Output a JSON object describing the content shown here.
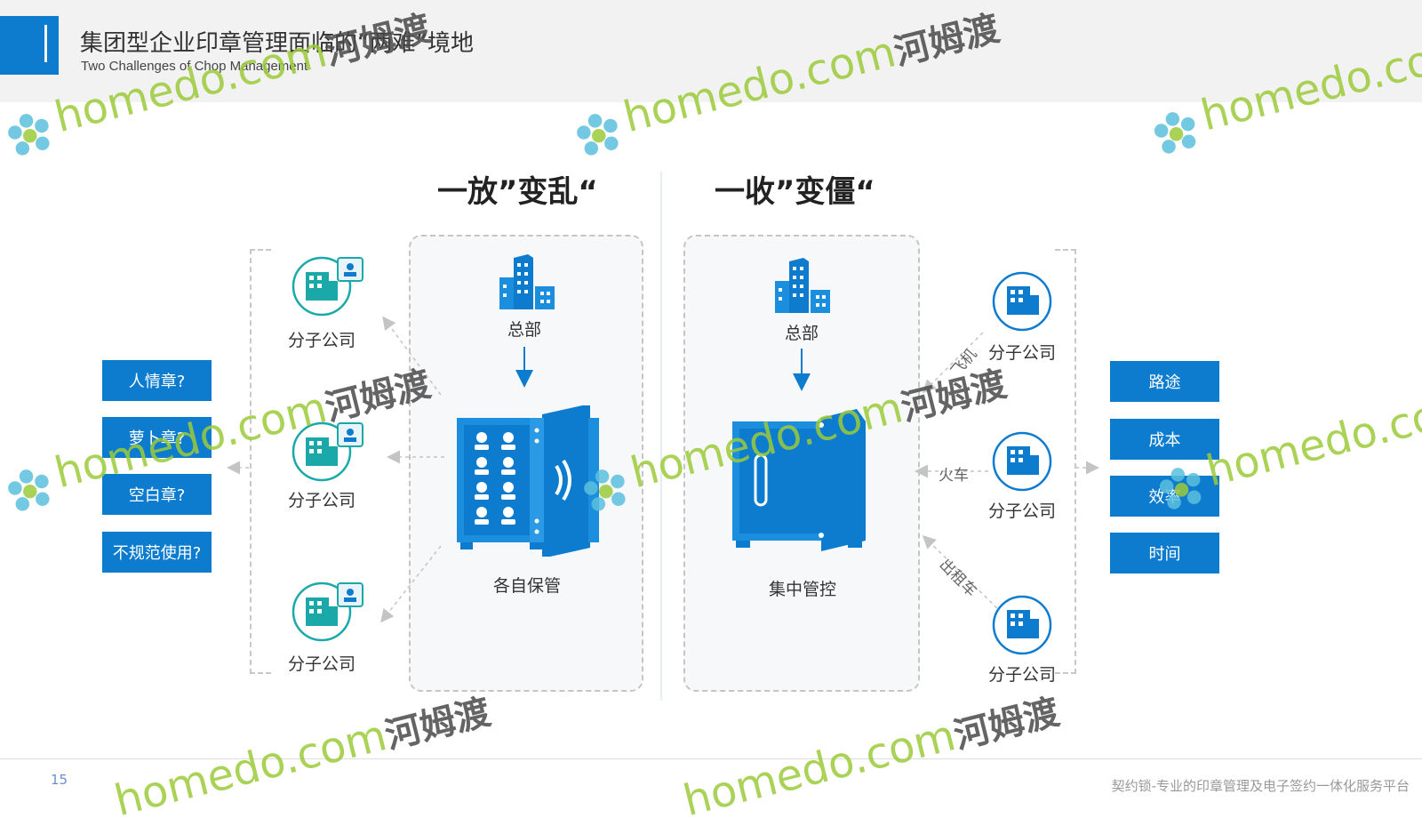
{
  "header": {
    "title": "集团型企业印章管理面临的“两难”境地",
    "subtitle": "Two Challenges of Chop Management"
  },
  "left_section": {
    "title": "一放”变乱“",
    "hq_label": "总部",
    "safe_label": "各自保管",
    "branches": [
      "分子公司",
      "分子公司",
      "分子公司"
    ],
    "problems": [
      "人情章?",
      "萝卜章?",
      "空白章?",
      "不规范使用?"
    ]
  },
  "right_section": {
    "title": "一收”变僵“",
    "hq_label": "总部",
    "safe_label": "集中管控",
    "branches": [
      "分子公司",
      "分子公司",
      "分子公司"
    ],
    "transport": [
      "飞机",
      "火车",
      "出租车"
    ],
    "costs": [
      "路途",
      "成本",
      "效率",
      "时间"
    ]
  },
  "footer": {
    "page_number": "15",
    "tagline": "契约锁-专业的印章管理及电子签约一体化服务平台"
  },
  "watermark": {
    "en": "homedo.com",
    "cn": "河姆渡"
  },
  "colors": {
    "brand_blue": "#0d7ccf",
    "teal": "#1aa9a8",
    "watermark_green": "#9ccb3a"
  }
}
